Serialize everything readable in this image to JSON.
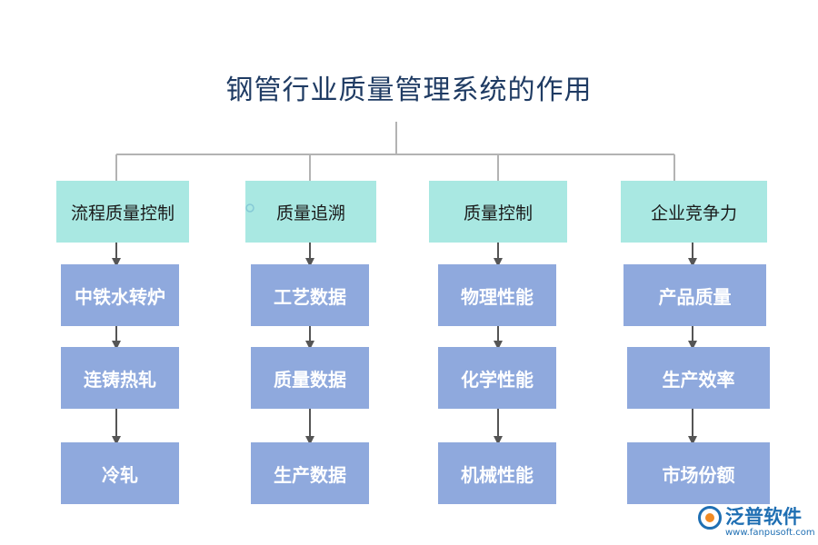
{
  "title": "钢管行业质量管理系统的作用",
  "columns": [
    {
      "heading": "流程质量控制",
      "items": [
        "中铁水转炉",
        "连铸热轧",
        "冷轧"
      ]
    },
    {
      "heading": "质量追溯",
      "items": [
        "工艺数据",
        "质量数据",
        "生产数据"
      ]
    },
    {
      "heading": "质量控制",
      "items": [
        "物理性能",
        "化学性能",
        "机械性能"
      ]
    },
    {
      "heading": "企业竞争力",
      "items": [
        "产品质量",
        "生产效率",
        "市场份额"
      ]
    }
  ],
  "watermark": {
    "name": "泛普软件",
    "url": "www.fanpusoft.com"
  },
  "colors": {
    "title": "#1f3b63",
    "heading_bg": "#a9e8e2",
    "box_bg": "#8fa9dd",
    "connector": "#b3b3b3",
    "arrow": "#555555"
  }
}
